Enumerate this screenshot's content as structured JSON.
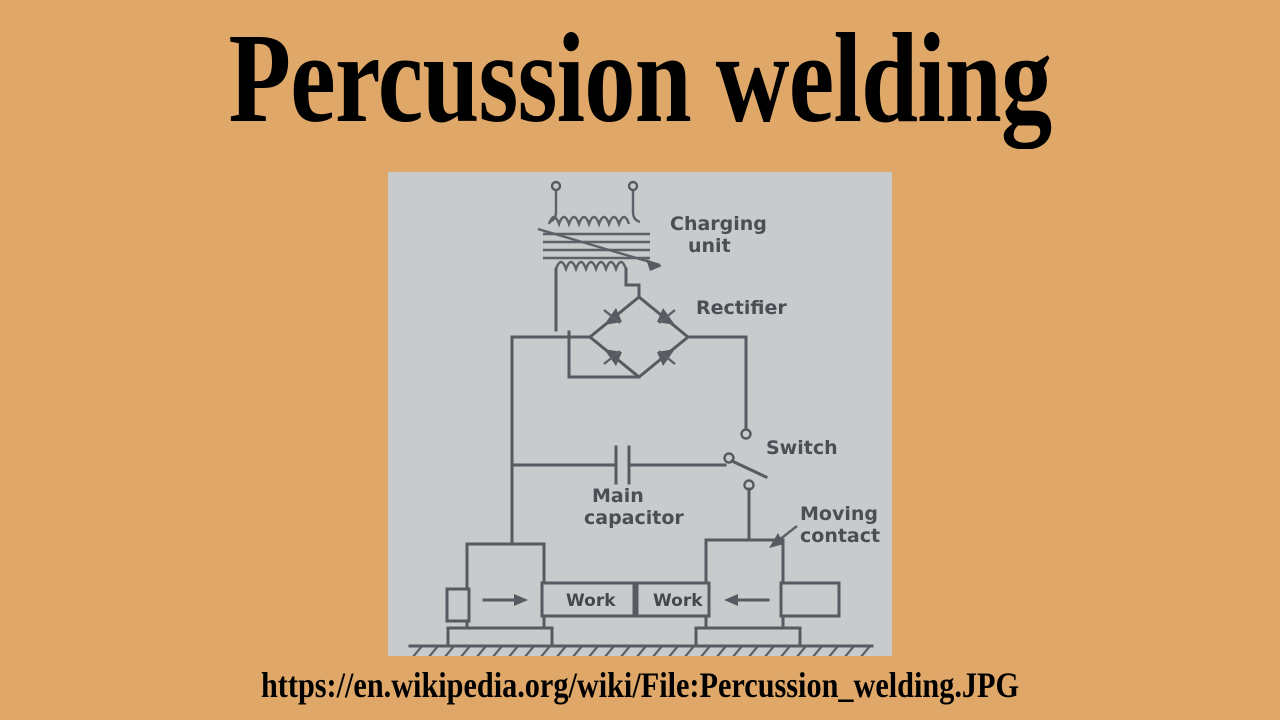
{
  "slide": {
    "title": "Percussion welding",
    "caption": "https://en.wikipedia.org/wiki/File:Percussion_welding.JPG",
    "background_color": "#e0a868",
    "title_color": "#000000",
    "caption_color": "#000000"
  },
  "figure": {
    "alt": "Schematic diagram of a percussion welding circuit",
    "background_color": "#c8cacc",
    "line_color": "#565b61",
    "labels": {
      "charging_unit_line1": "Charging",
      "charging_unit_line2": "unit",
      "rectifier": "Rectifier",
      "switch": "Switch",
      "main_capacitor_line1": "Main",
      "main_capacitor_line2": "capacitor",
      "moving_contact_line1": "Moving",
      "moving_contact_line2": "contact",
      "work_left": "Work",
      "work_right": "Work"
    }
  }
}
